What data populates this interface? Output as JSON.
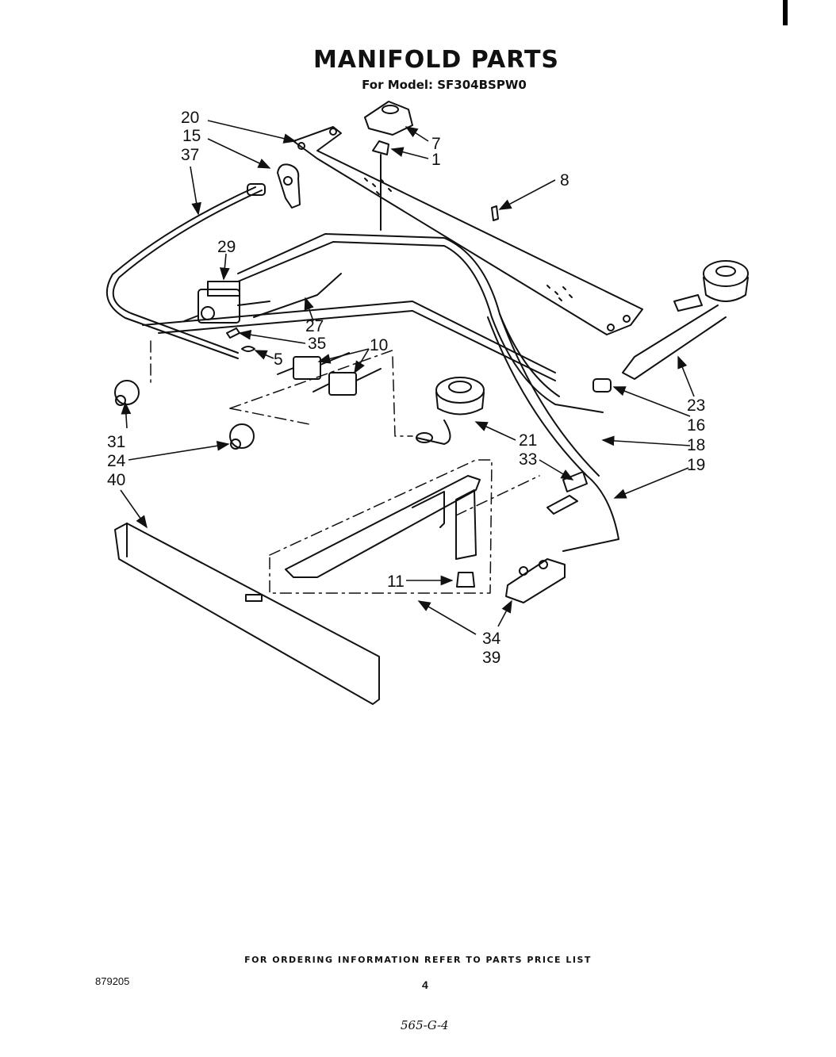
{
  "title": "MANIFOLD PARTS",
  "subtitle": "For Model: SF304BSPW0",
  "callouts": [
    {
      "id": "c20",
      "label": "20"
    },
    {
      "id": "c15",
      "label": "15"
    },
    {
      "id": "c37",
      "label": "37"
    },
    {
      "id": "c7",
      "label": "7"
    },
    {
      "id": "c1",
      "label": "1"
    },
    {
      "id": "c8",
      "label": "8"
    },
    {
      "id": "c29",
      "label": "29"
    },
    {
      "id": "c27",
      "label": "27"
    },
    {
      "id": "c35",
      "label": "35"
    },
    {
      "id": "c10",
      "label": "10"
    },
    {
      "id": "c5",
      "label": "5"
    },
    {
      "id": "c23",
      "label": "23"
    },
    {
      "id": "c16",
      "label": "16"
    },
    {
      "id": "c18",
      "label": "18"
    },
    {
      "id": "c19",
      "label": "19"
    },
    {
      "id": "c21",
      "label": "21"
    },
    {
      "id": "c33",
      "label": "33"
    },
    {
      "id": "c31",
      "label": "31"
    },
    {
      "id": "c24",
      "label": "24"
    },
    {
      "id": "c40",
      "label": "40"
    },
    {
      "id": "c11",
      "label": "11"
    },
    {
      "id": "c34",
      "label": "34"
    },
    {
      "id": "c39",
      "label": "39"
    }
  ],
  "footer": "FOR ORDERING INFORMATION REFER TO PARTS PRICE LIST",
  "doc_number": "879205",
  "page_number": "4",
  "handwritten_note": "565-G-4"
}
